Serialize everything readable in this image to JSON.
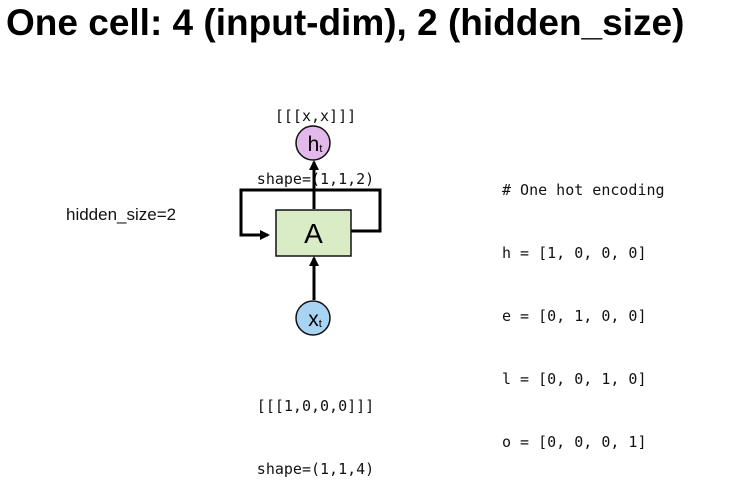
{
  "title": "One cell: 4 (input-dim), 2 (hidden_size)",
  "output": {
    "value": "[[[x,x]]]",
    "shape": "shape=(1,1,2)",
    "node_main": "h",
    "node_sub": "t"
  },
  "input": {
    "value": "[[[1,0,0,0]]]",
    "shape": "shape=(1,1,4)",
    "node_main": "x",
    "node_sub": "t"
  },
  "cell": {
    "label": "A",
    "color": "#d9ecc6",
    "hidden_size_label": "hidden_size=2"
  },
  "colors": {
    "output_node": "#e3b9ec",
    "input_node": "#a9d3f2"
  },
  "encoding": {
    "comment": "# One hot encoding",
    "rows": [
      "h = [1, 0, 0, 0]",
      "e = [0, 1, 0, 0]",
      "l = [0, 0, 1, 0]",
      "o = [0, 0, 0, 1]"
    ]
  }
}
